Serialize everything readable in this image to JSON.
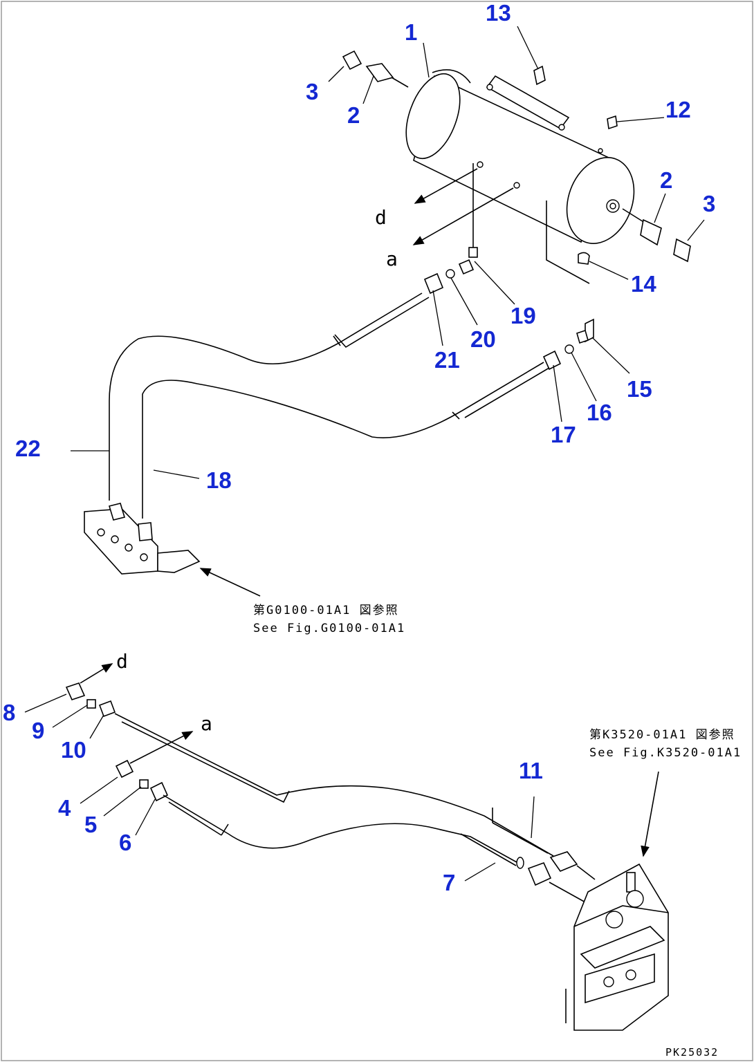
{
  "callouts": {
    "c1": "1",
    "c2a": "2",
    "c3a": "3",
    "c13": "13",
    "c12": "12",
    "c2b": "2",
    "c3b": "3",
    "c14": "14",
    "c19": "19",
    "c20": "20",
    "c21": "21",
    "c15": "15",
    "c16": "16",
    "c17": "17",
    "c22": "22",
    "c18": "18",
    "c8": "8",
    "c9": "9",
    "c10": "10",
    "c4": "4",
    "c5": "5",
    "c6": "6",
    "c11": "11",
    "c7": "7"
  },
  "connection_letters": {
    "d_top": "d",
    "a_top": "a",
    "d_bottom": "d",
    "a_bottom": "a"
  },
  "references": {
    "upper_jp": "第G0100-01A1 図参照",
    "upper_en": "See Fig.G0100-01A1",
    "lower_jp": "第K3520-01A1 図参照",
    "lower_en": "See Fig.K3520-01A1"
  },
  "drawing_code": "PK25032"
}
